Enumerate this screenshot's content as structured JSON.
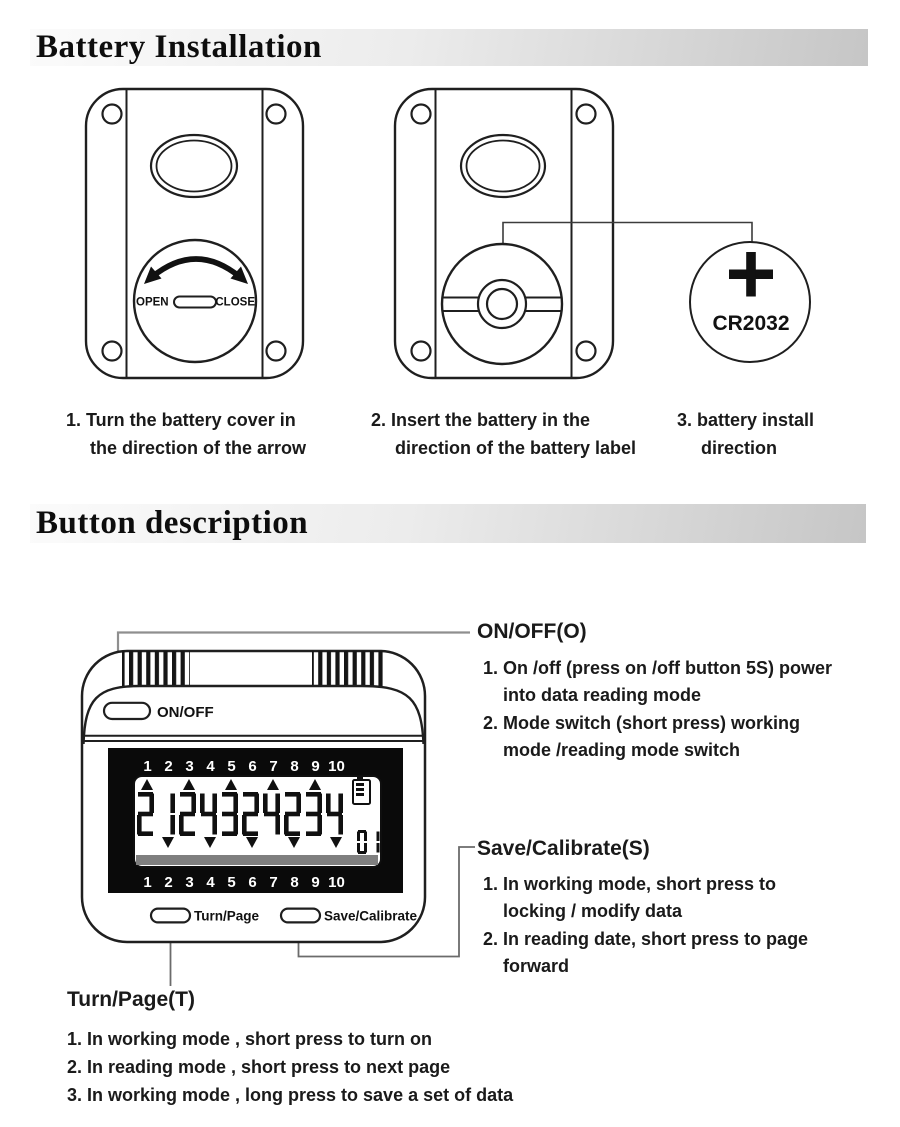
{
  "battery_section": {
    "title": "Battery Installation",
    "cover": {
      "open": "OPEN",
      "close": "CLOSE"
    },
    "battery": {
      "model": "CR2032"
    },
    "captions": [
      {
        "line1": "1. Turn the battery cover in",
        "line2": "the direction of the arrow"
      },
      {
        "line1": "2. Insert the battery in the",
        "line2": "direction of the battery label"
      },
      {
        "line1": "3. battery install",
        "line2": "direction"
      }
    ]
  },
  "button_section": {
    "title": "Button description",
    "device": {
      "onoff_button": "ON/OFF",
      "turnpage_button": "Turn/Page",
      "savecal_button": "Save/Calibrate",
      "lcd": {
        "digits": "2124324234",
        "page_number": "01",
        "channel_numbers": [
          "1",
          "2",
          "3",
          "4",
          "5",
          "6",
          "7",
          "8",
          "9",
          "10"
        ]
      }
    },
    "onoff": {
      "heading": "ON/OFF(O)",
      "lines": [
        {
          "t": "1. On /off (press on /off button 5S) power",
          "ind": false
        },
        {
          "t": "into data reading mode",
          "ind": true
        },
        {
          "t": "2. Mode switch (short press) working",
          "ind": false
        },
        {
          "t": "mode /reading mode switch",
          "ind": true
        }
      ]
    },
    "savecal": {
      "heading": "Save/Calibrate(S)",
      "lines": [
        {
          "t": "1. In working mode, short press to",
          "ind": false
        },
        {
          "t": "locking / modify data",
          "ind": true
        },
        {
          "t": "2. In reading date, short press to page",
          "ind": false
        },
        {
          "t": "forward",
          "ind": true
        }
      ]
    },
    "turnpage": {
      "heading": "Turn/Page(T)",
      "lines": [
        {
          "t": "1. In working mode , short press to turn on",
          "ind": false
        },
        {
          "t": "2. In reading mode , short press to next page",
          "ind": false
        },
        {
          "t": "3. In working mode , long press to save a set of data",
          "ind": false
        }
      ]
    }
  },
  "colors": {
    "ink": "#1a1a1a",
    "panel_black": "#0a0a0a",
    "lcd_bar_gray": "#7f7f7f",
    "callout_gray": "#8f8f8f",
    "header_gradient_start": "#fbfbfb",
    "header_gradient_end": "#c6c6c6"
  }
}
